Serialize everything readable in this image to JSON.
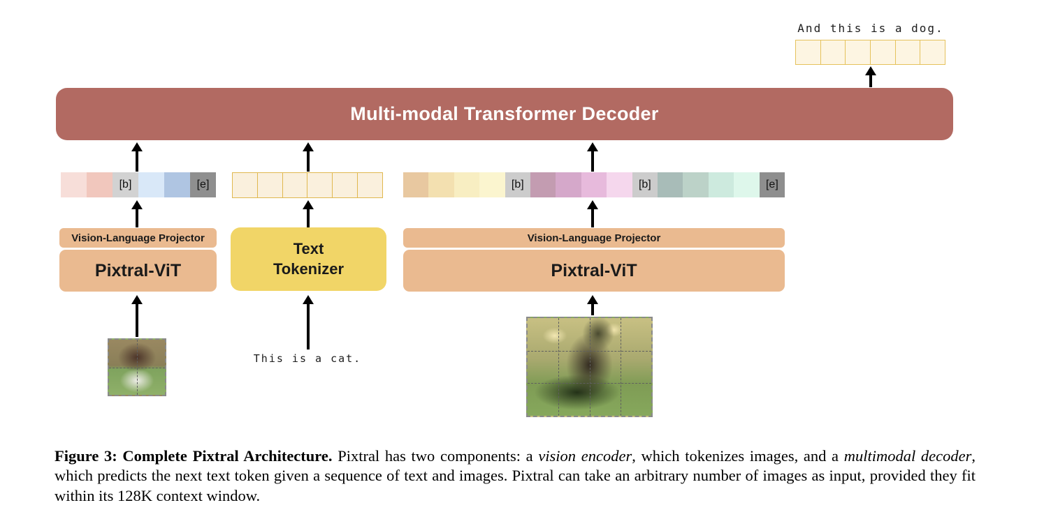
{
  "figure": {
    "output_label": "And this is a dog.",
    "input_text_label": "This is a cat.",
    "decoder": {
      "label": "Multi-modal Transformer Decoder",
      "color": "#b26a62"
    },
    "blocks": {
      "projector_left": {
        "label": "Vision-Language Projector",
        "color": "#eaba90"
      },
      "vit_left": {
        "label": "Pixtral-ViT",
        "color": "#eaba90"
      },
      "tokenizer": {
        "label_line1": "Text",
        "label_line2": "Tokenizer",
        "color": "#f1d567"
      },
      "projector_right": {
        "label": "Vision-Language Projector",
        "color": "#eaba90"
      },
      "vit_right": {
        "label": "Pixtral-ViT",
        "color": "#eaba90"
      }
    },
    "token_rows": {
      "output": {
        "border": "#e5c25c",
        "cells": [
          {
            "color": "#fdf5e2"
          },
          {
            "color": "#fdf5e2"
          },
          {
            "color": "#fdf5e2"
          },
          {
            "color": "#fdf5e2"
          },
          {
            "color": "#fdf5e2"
          },
          {
            "color": "#fdf5e2"
          }
        ]
      },
      "image1": {
        "cells": [
          {
            "color": "#f7ded9"
          },
          {
            "color": "#f1c7bd"
          },
          {
            "color": "#d2d2d2",
            "label": "[b]"
          },
          {
            "color": "#d9e8f8"
          },
          {
            "color": "#afc5e2"
          },
          {
            "color": "#8f8f8f",
            "label": "[e]"
          }
        ]
      },
      "text": {
        "border": "#e0b84e",
        "cells": [
          {
            "color": "#faf0dd"
          },
          {
            "color": "#faf0dd"
          },
          {
            "color": "#faf0dd"
          },
          {
            "color": "#faf0dd"
          },
          {
            "color": "#faf0dd"
          },
          {
            "color": "#faf0dd"
          }
        ]
      },
      "image2": {
        "cells": [
          {
            "color": "#e8c8a0"
          },
          {
            "color": "#f3e0b0"
          },
          {
            "color": "#f8eec2"
          },
          {
            "color": "#fbf5cf"
          },
          {
            "color": "#cccccc",
            "label": "[b]"
          },
          {
            "color": "#c39cb1"
          },
          {
            "color": "#d5a8ca"
          },
          {
            "color": "#e7badc"
          },
          {
            "color": "#f5d7ed"
          },
          {
            "color": "#cccccc",
            "label": "[b]"
          },
          {
            "color": "#a8bcb8"
          },
          {
            "color": "#bcd2c8"
          },
          {
            "color": "#cdeade"
          },
          {
            "color": "#def7eb"
          },
          {
            "color": "#8e8e8e",
            "label": "[e]"
          }
        ]
      }
    }
  },
  "caption": {
    "segments": [
      {
        "text": "Figure 3: Complete Pixtral Architecture.",
        "style": "bold"
      },
      {
        "text": "Pixtral has two components: a ",
        "style": "normal"
      },
      {
        "text": "vision encoder",
        "style": "italic"
      },
      {
        "text": ", which tokenizes images, and a ",
        "style": "normal"
      },
      {
        "text": "multimodal decoder",
        "style": "italic"
      },
      {
        "text": ", which predicts the next text token given a sequence of text and images. Pixtral can take an arbitrary number of images as input, provided they fit within its 128K context window.",
        "style": "normal"
      }
    ]
  }
}
